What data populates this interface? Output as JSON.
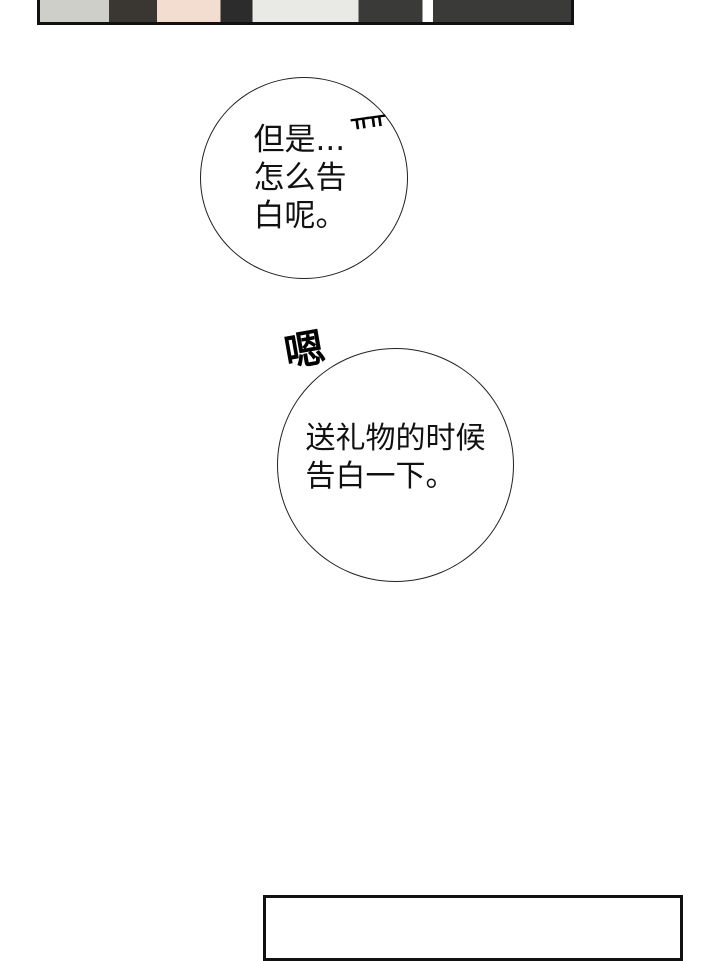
{
  "bubbles": [
    {
      "text": "但是...\n怎么告\n白呢。"
    },
    {
      "text": "送礼物的时候\n告白一下。"
    }
  ],
  "sfx": {
    "sob": "ㅠㅠ",
    "hmm": "嗯"
  }
}
